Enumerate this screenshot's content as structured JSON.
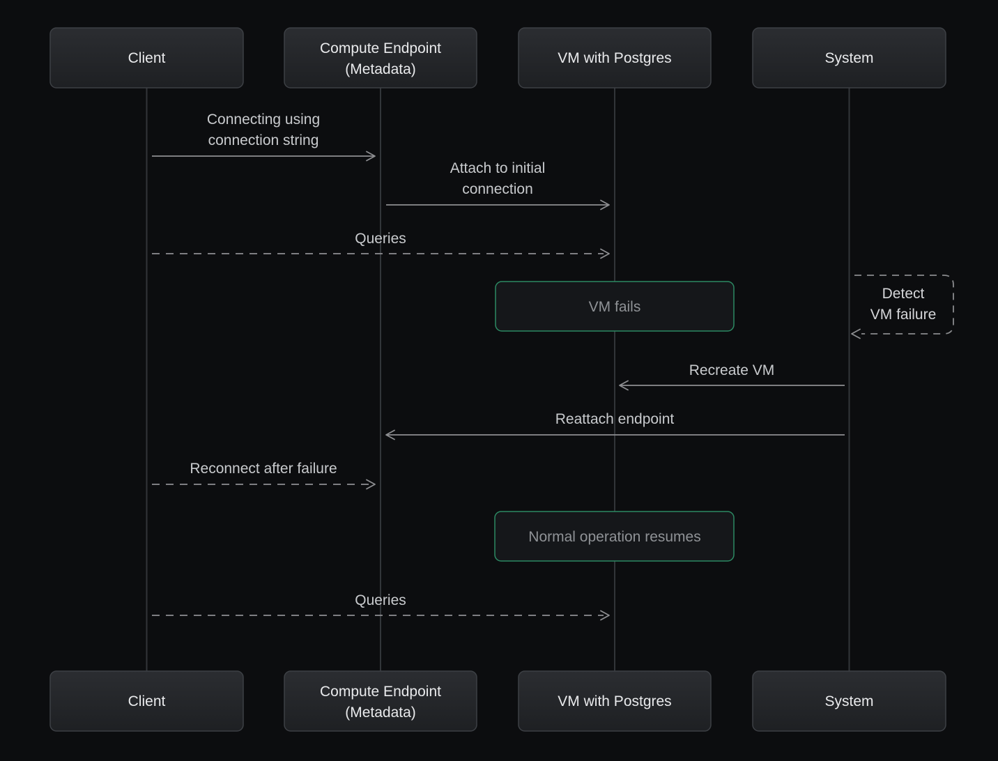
{
  "page": {
    "background": "#0c0d0f"
  },
  "diagram": {
    "type": "sequence-diagram",
    "colors": {
      "actor_box_fill_top": "#2b2d31",
      "actor_box_fill_bottom": "#1e2023",
      "actor_box_border": "#3d4045",
      "actor_text": "#e9eaec",
      "lifeline": "#323539",
      "arrow_line": "#8e8f92",
      "message_text": "#c9cbce",
      "note_border_green": "#2c8a63",
      "note_fill": "#15171a",
      "note_text": "#8f9296",
      "self_message_text": "#d4d5d8"
    },
    "actors": [
      {
        "id": "client",
        "label": "Client"
      },
      {
        "id": "compute-endpoint",
        "label": "Compute Endpoint (Metadata)",
        "label_line1": "Compute Endpoint",
        "label_line2": "(Metadata)"
      },
      {
        "id": "vm-with-postgres",
        "label": "VM with Postgres"
      },
      {
        "id": "system",
        "label": "System"
      }
    ],
    "messages": [
      {
        "kind": "message",
        "from": "Client",
        "to": "Compute Endpoint (Metadata)",
        "line": "solid",
        "label": "Connecting using connection string",
        "label_line1": "Connecting using",
        "label_line2": "connection string"
      },
      {
        "kind": "message",
        "from": "Compute Endpoint (Metadata)",
        "to": "VM with Postgres",
        "line": "solid",
        "label": "Attach to initial connection",
        "label_line1": "Attach to initial",
        "label_line2": "connection"
      },
      {
        "kind": "message",
        "from": "Client",
        "to": "VM with Postgres",
        "line": "dashed",
        "label": "Queries"
      },
      {
        "kind": "note",
        "over": "VM with Postgres",
        "label": "VM fails"
      },
      {
        "kind": "self-message",
        "actor": "System",
        "line": "dashed",
        "label": "Detect VM failure",
        "label_line1": "Detect",
        "label_line2": "VM failure"
      },
      {
        "kind": "message",
        "from": "System",
        "to": "VM with Postgres",
        "line": "solid",
        "label": "Recreate VM"
      },
      {
        "kind": "message",
        "from": "System",
        "to": "Compute Endpoint (Metadata)",
        "line": "solid",
        "label": "Reattach endpoint"
      },
      {
        "kind": "message",
        "from": "Client",
        "to": "Compute Endpoint (Metadata)",
        "line": "dashed",
        "label": "Reconnect after failure"
      },
      {
        "kind": "note",
        "over": "VM with Postgres",
        "label": "Normal operation resumes"
      },
      {
        "kind": "message",
        "from": "Client",
        "to": "VM with Postgres",
        "line": "dashed",
        "label": "Queries"
      }
    ]
  }
}
